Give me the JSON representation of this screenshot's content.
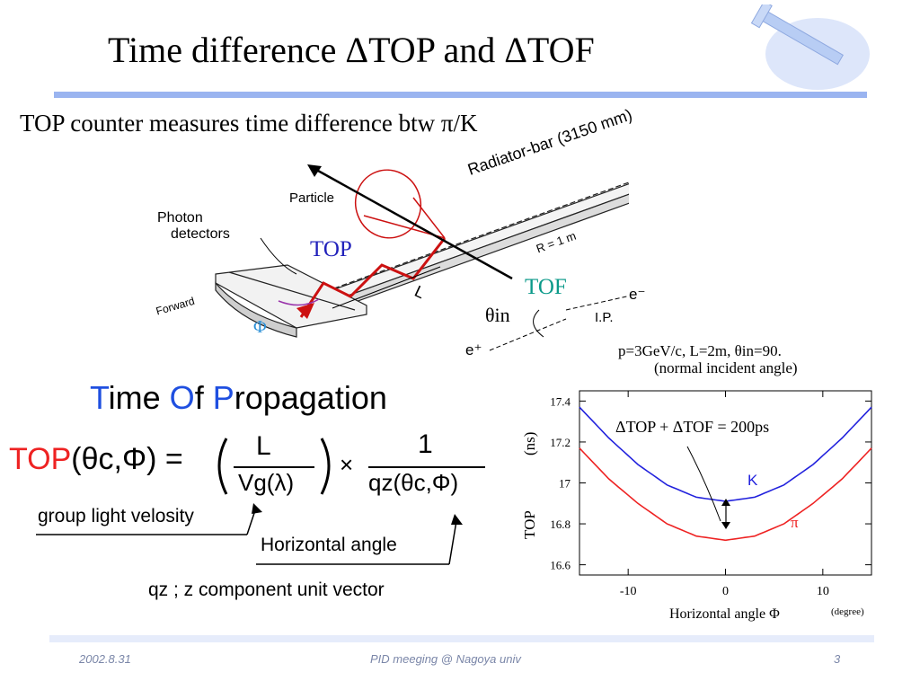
{
  "title": "Time difference ΔTOP and ΔTOF",
  "subtitle": "TOP counter measures time difference btw π/K",
  "diagram": {
    "radiator_bar": "Radiator-bar  (3150 mm)",
    "particle": "Particle",
    "photon_detectors_1": "Photon",
    "photon_detectors_2": "detectors",
    "forward": "Forward",
    "top": "TOP",
    "tof": "TOF",
    "phi": "Φ",
    "length": "L",
    "radius": "R = 1 m",
    "theta_in": "θin",
    "e_minus": "e⁻",
    "e_plus": "e⁺",
    "ip": "I.P."
  },
  "formula": {
    "heading_T": "T",
    "heading_ime": "ime ",
    "heading_O": "O",
    "heading_f": "f ",
    "heading_P": "P",
    "heading_ropagation": "ropagation",
    "lhs": "TOP",
    "lhs_args": "(θc,Φ) =",
    "numerator": "L",
    "denominator": "Vg(λ)",
    "times": "×",
    "numerator2": "1",
    "denominator2": "qz(θc,Φ)",
    "note_group": "group light velosity",
    "note_horizontal": "Horizontal angle",
    "note_qz": "qz ; z component unit vector"
  },
  "chart_params_1": "p=3GeV/c, L=2m, θin=90.",
  "chart_params_2": "(normal incident angle)",
  "chart_data": {
    "type": "line",
    "xlabel": "Horizontal angle Φ",
    "xunit": "(degree)",
    "ylabel": "TOP",
    "yunit": "(ns)",
    "xlim": [
      -15,
      15
    ],
    "ylim": [
      16.55,
      17.45
    ],
    "xticks": [
      -10,
      0,
      10
    ],
    "yticks": [
      16.6,
      16.8,
      17,
      17.2,
      17.4
    ],
    "annotation": "ΔTOP + ΔTOF = 200ps",
    "grid": false,
    "series": [
      {
        "name": "K",
        "color": "#2222dd",
        "x": [
          -15,
          -12,
          -9,
          -6,
          -3,
          0,
          3,
          6,
          9,
          12,
          15
        ],
        "y": [
          17.37,
          17.22,
          17.09,
          16.99,
          16.93,
          16.91,
          16.93,
          16.99,
          17.09,
          17.22,
          17.37
        ]
      },
      {
        "name": "π",
        "color": "#ee2222",
        "x": [
          -15,
          -12,
          -9,
          -6,
          -3,
          0,
          3,
          6,
          9,
          12,
          15
        ],
        "y": [
          17.17,
          17.02,
          16.9,
          16.8,
          16.74,
          16.72,
          16.74,
          16.8,
          16.9,
          17.02,
          17.17
        ]
      }
    ]
  },
  "footer": {
    "date": "2002.8.31",
    "event": "PID meeging @ Nagoya univ",
    "page": "3"
  }
}
